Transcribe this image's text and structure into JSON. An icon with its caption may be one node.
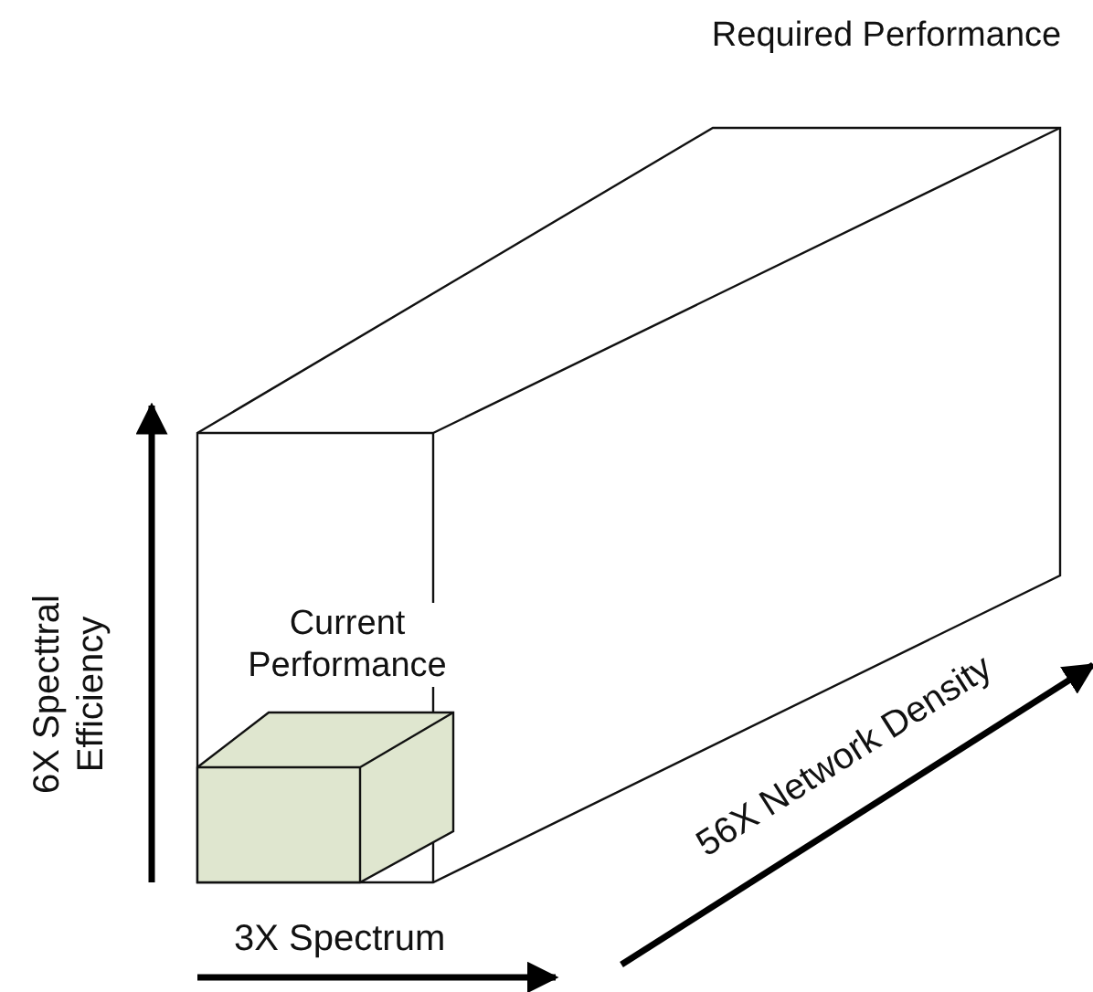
{
  "diagram": {
    "nodes": [
      {
        "text": [
          "Required Performance"
        ]
      },
      {
        "text": [
          "Current Performance"
        ],
        "in": 0
      }
    ],
    "labels": [
      "6X Specttral Efficiency",
      "3X Spectrum",
      "56X Network Density"
    ]
  }
}
